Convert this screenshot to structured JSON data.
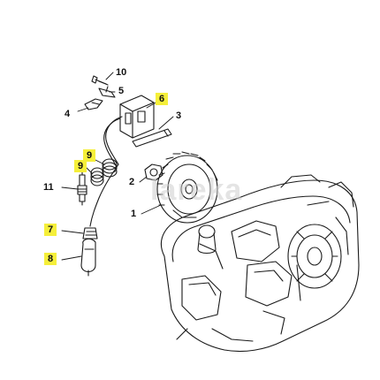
{
  "diagram": {
    "watermark": "lareka",
    "callouts": [
      {
        "id": "c10",
        "label": "10",
        "highlight": false
      },
      {
        "id": "c5",
        "label": "5",
        "highlight": false
      },
      {
        "id": "c6",
        "label": "6",
        "highlight": true
      },
      {
        "id": "c4",
        "label": "4",
        "highlight": false
      },
      {
        "id": "c3",
        "label": "3",
        "highlight": false
      },
      {
        "id": "c9a",
        "label": "9",
        "highlight": true
      },
      {
        "id": "c9b",
        "label": "9",
        "highlight": true
      },
      {
        "id": "c2",
        "label": "2",
        "highlight": false
      },
      {
        "id": "c11",
        "label": "11",
        "highlight": false
      },
      {
        "id": "c1",
        "label": "1",
        "highlight": false
      },
      {
        "id": "c7",
        "label": "7",
        "highlight": true
      },
      {
        "id": "c8",
        "label": "8",
        "highlight": true
      }
    ],
    "colors": {
      "line": "#1a1a1a",
      "highlight": "#f5ef3a",
      "watermark": "#cfcfcf"
    }
  }
}
